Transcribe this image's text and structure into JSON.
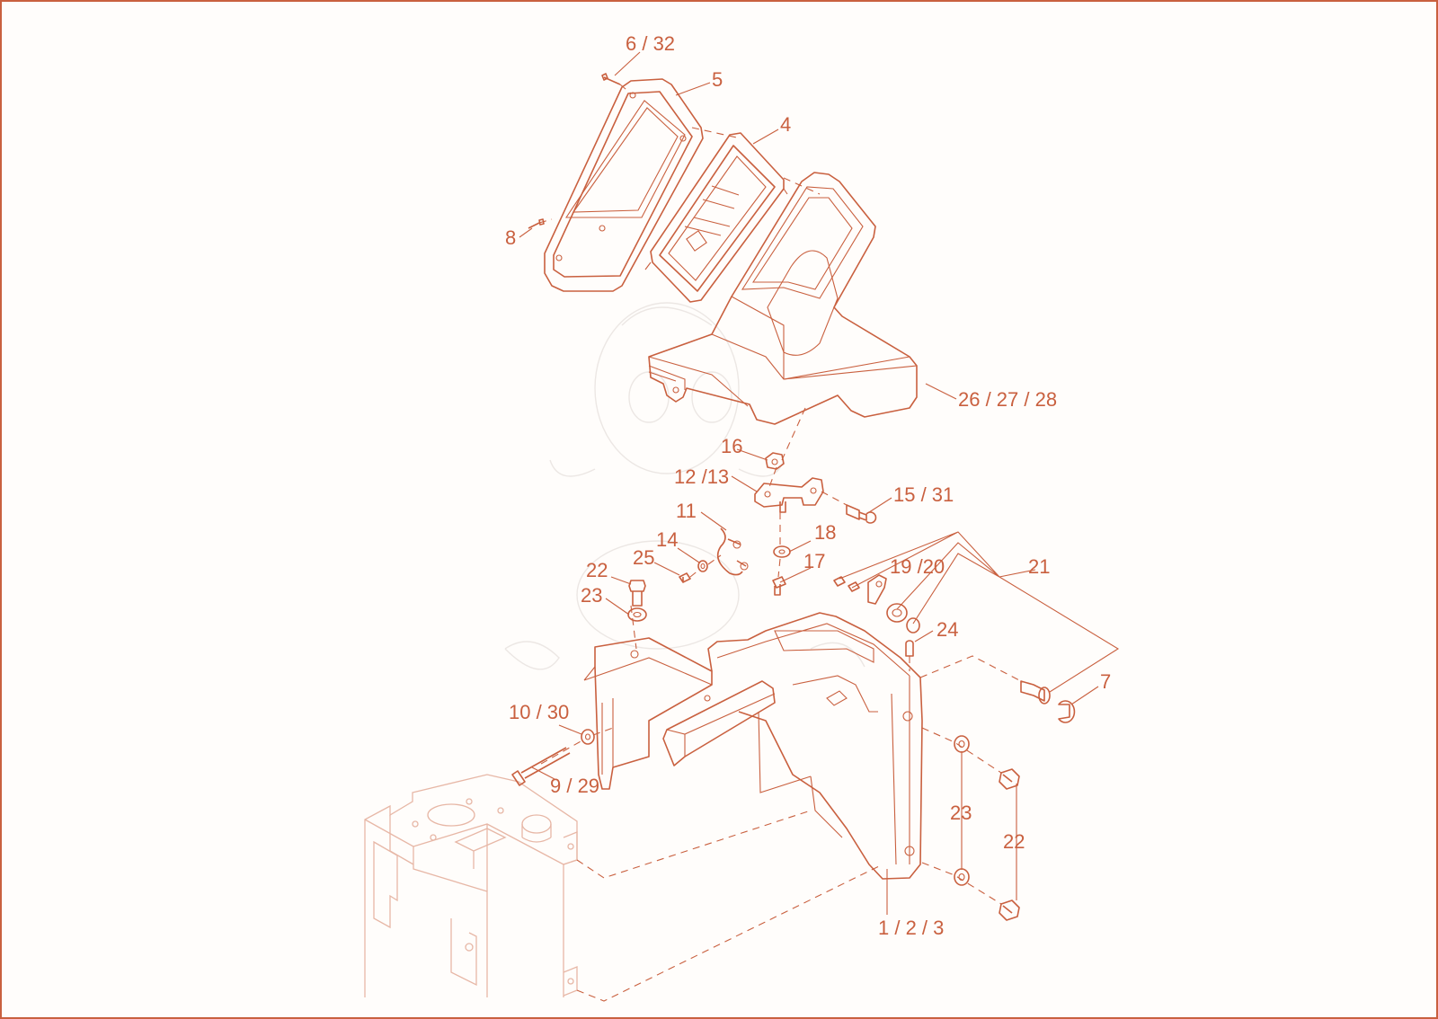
{
  "colors": {
    "line": "#c9603f",
    "faint": "#e7b7a6",
    "background": "#fffdfb"
  },
  "callouts": [
    {
      "id": "c-6-32",
      "text": "6 / 32"
    },
    {
      "id": "c-5",
      "text": "5"
    },
    {
      "id": "c-4",
      "text": "4"
    },
    {
      "id": "c-8",
      "text": "8"
    },
    {
      "id": "c-26-27-28",
      "text": "26 / 27 / 28"
    },
    {
      "id": "c-16",
      "text": "16"
    },
    {
      "id": "c-12-13",
      "text": "12 /13"
    },
    {
      "id": "c-15-31",
      "text": "15 / 31"
    },
    {
      "id": "c-11",
      "text": "11"
    },
    {
      "id": "c-18",
      "text": "18"
    },
    {
      "id": "c-14",
      "text": "14"
    },
    {
      "id": "c-25",
      "text": "25"
    },
    {
      "id": "c-22a",
      "text": "22"
    },
    {
      "id": "c-17",
      "text": "17"
    },
    {
      "id": "c-19-20",
      "text": "19 /20"
    },
    {
      "id": "c-21",
      "text": "21"
    },
    {
      "id": "c-23a",
      "text": "23"
    },
    {
      "id": "c-24",
      "text": "24"
    },
    {
      "id": "c-7",
      "text": "7"
    },
    {
      "id": "c-10-30",
      "text": "10 / 30"
    },
    {
      "id": "c-9-29",
      "text": "9 / 29"
    },
    {
      "id": "c-23b",
      "text": "23"
    },
    {
      "id": "c-22b",
      "text": "22"
    },
    {
      "id": "c-1-2-3",
      "text": "1 / 2 / 3"
    }
  ]
}
